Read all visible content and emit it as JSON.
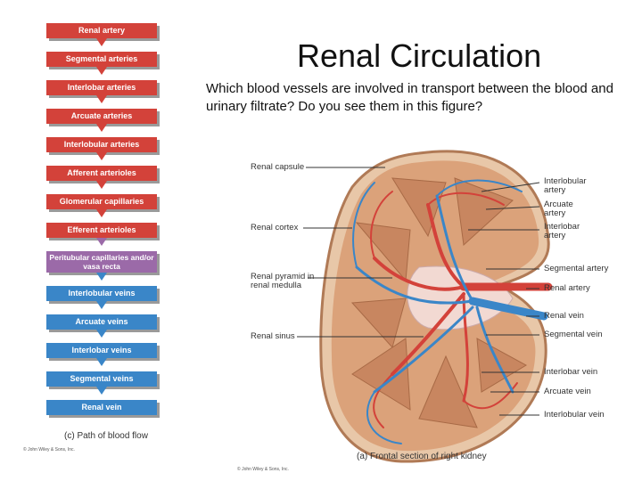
{
  "title": "Renal Circulation",
  "question": "Which blood vessels are involved in transport between the blood and urinary filtrate? Do you see them in this figure?",
  "flow": {
    "steps": [
      {
        "label": "Renal artery",
        "color": "#d3423a"
      },
      {
        "label": "Segmental arteries",
        "color": "#d3423a"
      },
      {
        "label": "Interlobar arteries",
        "color": "#d3423a"
      },
      {
        "label": "Arcuate arteries",
        "color": "#d3423a"
      },
      {
        "label": "Interlobular arteries",
        "color": "#d3423a"
      },
      {
        "label": "Afferent arterioles",
        "color": "#d3423a"
      },
      {
        "label": "Glomerular capillaries",
        "color": "#d3423a"
      },
      {
        "label": "Efferent arterioles",
        "color": "#d3423a"
      },
      {
        "label": "Peritubular capillaries and/or vasa recta",
        "color": "#9b6aa8"
      },
      {
        "label": "Interlobular veins",
        "color": "#3a86c8"
      },
      {
        "label": "Arcuate veins",
        "color": "#3a86c8"
      },
      {
        "label": "Interlobar veins",
        "color": "#3a86c8"
      },
      {
        "label": "Segmental veins",
        "color": "#3a86c8"
      },
      {
        "label": "Renal vein",
        "color": "#3a86c8"
      }
    ],
    "caption": "(c) Path of blood flow",
    "copyright": "© John Wiley & Sons, Inc."
  },
  "kidney": {
    "labels_left": [
      "Renal capsule",
      "Renal cortex",
      "Renal pyramid in renal medulla",
      "Renal sinus"
    ],
    "labels_right": [
      "Interlobular artery",
      "Arcuate artery",
      "Interlobar artery",
      "Segmental artery",
      "Renal artery",
      "Renal vein",
      "Segmental vein",
      "Interlobar vein",
      "Arcuate vein",
      "Interlobular vein"
    ],
    "caption": "(a) Frontal section of right kidney",
    "copyright": "© John Wiley & Sons, Inc."
  },
  "colors": {
    "artery": "#d3423a",
    "vein": "#3a86c8",
    "capillary": "#9b6aa8",
    "cortex": "#d9a27c",
    "pyramid": "#c98a62"
  }
}
